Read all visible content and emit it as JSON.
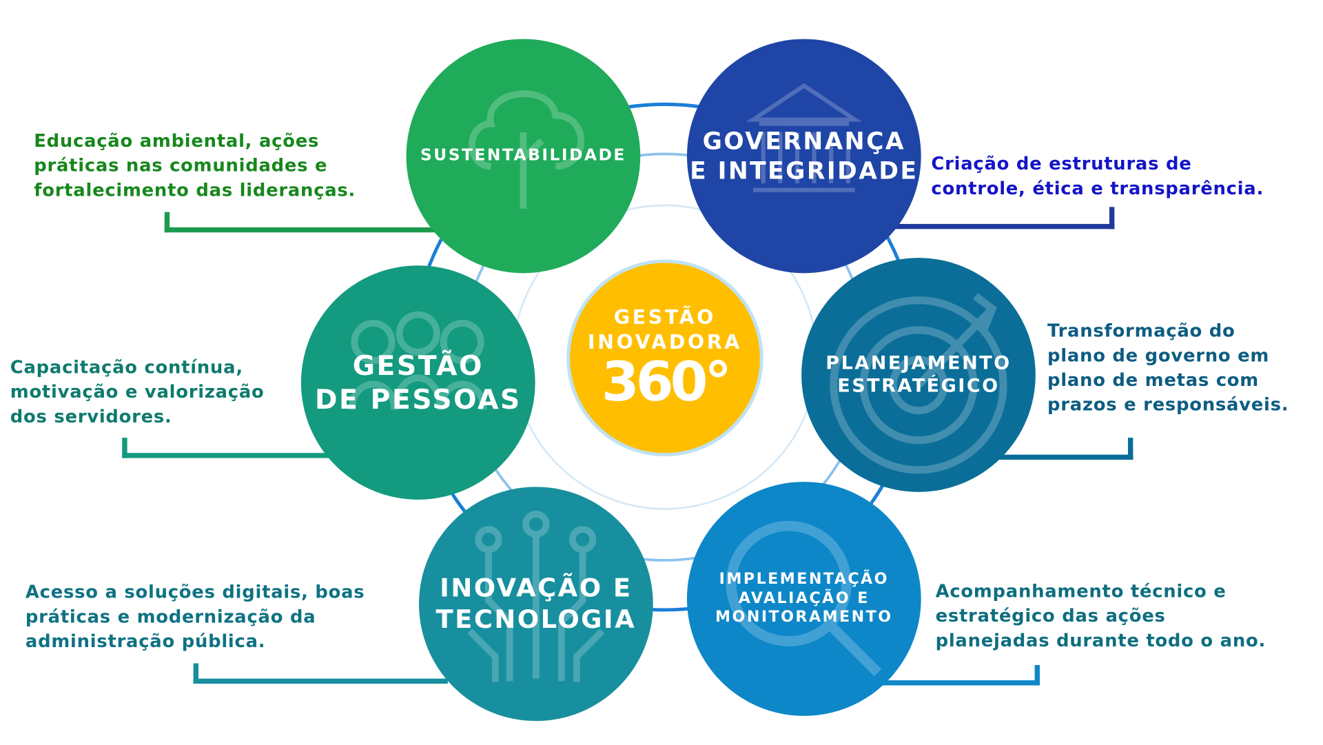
{
  "center": {
    "line1": "GESTÃO",
    "line2": "INOVADORA",
    "number": "360°"
  },
  "pillars": [
    {
      "title1": "SUSTENTABILIDADE",
      "title2": "",
      "description": [
        "Educação ambiental, ações",
        "práticas nas comunidades e",
        "fortalecimento das lideranças."
      ],
      "color": "#1FAB5A",
      "text_color": "#17871C"
    },
    {
      "title1": "GOVERNANÇA",
      "title2": "E INTEGRIDADE",
      "description": [
        "Criação de estruturas de",
        "controle, ética e transparência."
      ],
      "color": "#1F45A6",
      "text_color": "#1414C8"
    },
    {
      "title1": "GESTÃO",
      "title2": "DE PESSOAS",
      "description": [
        "Capacitação contínua,",
        "motivação e valorização",
        "dos servidores."
      ],
      "color": "#139A7F",
      "text_color": "#0F7A6E"
    },
    {
      "title1": "PLANEJAMENTO",
      "title2": "ESTRATÉGICO",
      "description": [
        "Transformação do",
        "plano de governo em",
        "plano de metas com",
        "prazos e responsáveis."
      ],
      "color": "#0B6E99",
      "text_color": "#0D5C82"
    },
    {
      "title1": "INOVAÇÃO E",
      "title2": "TECNOLOGIA",
      "description": [
        "Acesso a soluções digitais, boas",
        "práticas e modernização da",
        "administração pública."
      ],
      "color": "#178F9E",
      "text_color": "#0E7283"
    },
    {
      "title1": "IMPLEMENTAÇÃO",
      "title2": "AVALIAÇÃO E",
      "title3": "MONITORAMENTO",
      "description": [
        "Acompanhamento técnico e",
        "estratégico das ações",
        "planejadas durante todo o ano."
      ],
      "color": "#0D87C8",
      "text_color": "#0E6E80"
    }
  ]
}
